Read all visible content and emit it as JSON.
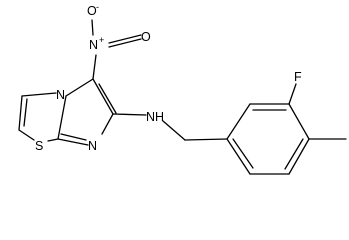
{
  "molecule": {
    "atoms": {
      "nitro_o_minus": "O",
      "nitro_o_minus_charge": "-",
      "nitro_n": "N",
      "nitro_n_charge": "+",
      "nitro_o_double": "O",
      "ring_n_fused": "N",
      "ring_n_imine": "N",
      "ring_s": "S",
      "amine_n": "N",
      "amine_h": "H",
      "fluorine": "F"
    }
  }
}
